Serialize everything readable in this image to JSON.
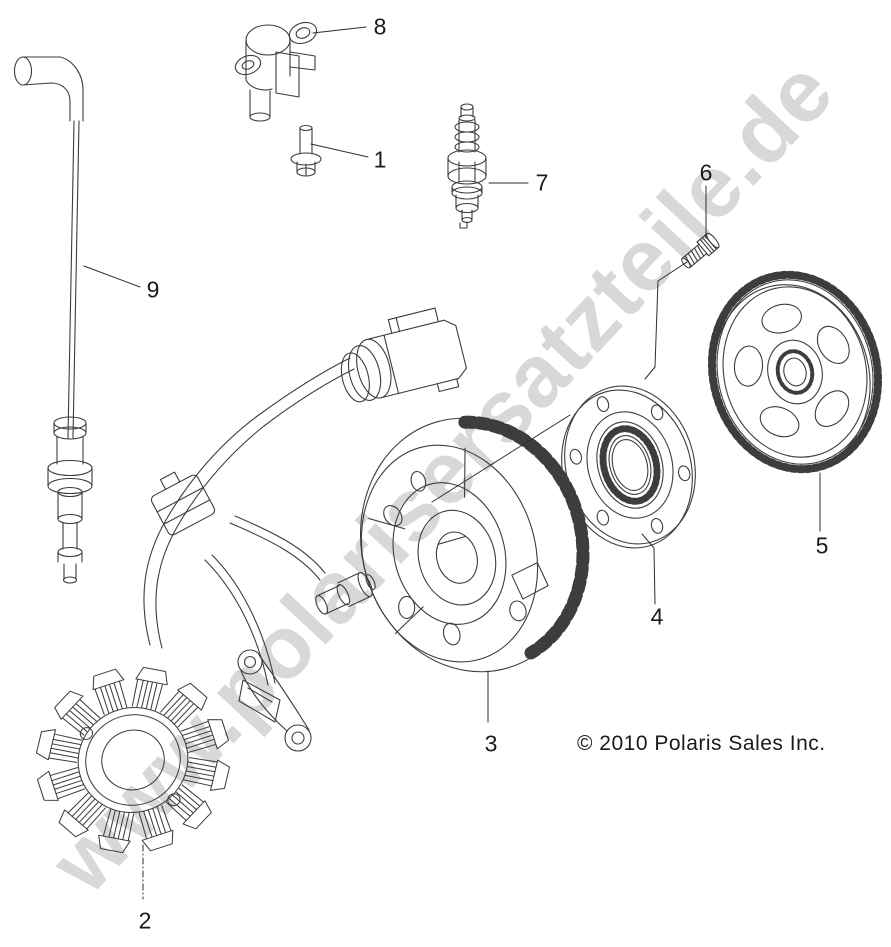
{
  "watermark": {
    "text": "www.polarisersatzteile.de",
    "color": "#d8d8d8"
  },
  "footer": {
    "copyright": "© 2010 Polaris Sales Inc."
  },
  "callouts": [
    "1",
    "2",
    "3",
    "4",
    "5",
    "6",
    "7",
    "8",
    "9"
  ],
  "colors": {
    "line": "#3d3d3d",
    "watermark": "#d8d8d8",
    "label_text": "#1a1a1a",
    "background": "#ffffff"
  }
}
